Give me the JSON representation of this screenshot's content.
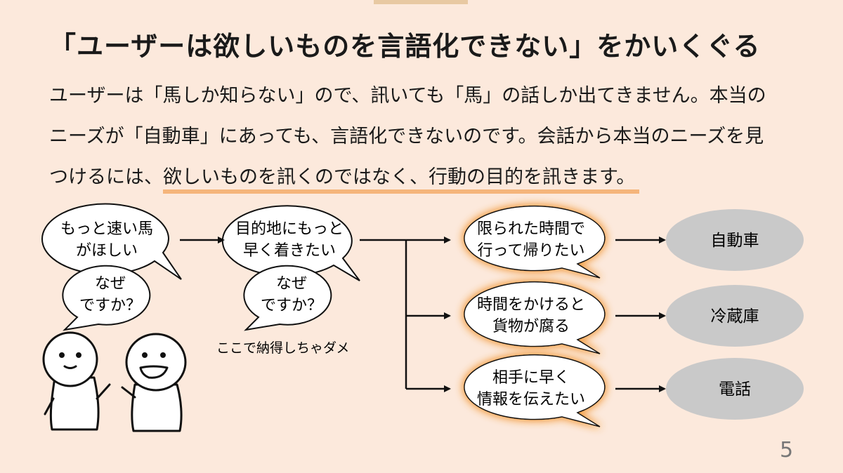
{
  "slide": {
    "title": "「ユーザーは欲しいものを言語化できない」をかいくぐる",
    "body_lines": [
      "ユーザーは「馬しか知らない」ので、訊いても「馬」の話しか出てきません。本当の",
      "ニーズが「自動車」にあっても、言語化できないのです。会話から本当のニーズを見",
      "つけるには、"
    ],
    "body_highlight": "欲しいものを訊くのではなく、行動の目的を訊きます。",
    "page_number": "5"
  },
  "diagram": {
    "bubble_want": [
      "もっと速い馬",
      "がほしい"
    ],
    "bubble_why_1": [
      "なぜ",
      "ですか？"
    ],
    "bubble_purpose": [
      "目的地にもっと",
      "早く着きたい"
    ],
    "bubble_why_2": [
      "なぜ",
      "ですか？"
    ],
    "warning_note": "ここで納得しちゃダメ",
    "purposes": [
      [
        "限られた時間で",
        "行って帰りたい"
      ],
      [
        "時間をかけると",
        "貨物が腐る"
      ],
      [
        "相手に早く",
        "情報を伝えたい"
      ]
    ],
    "needs": [
      "自動車",
      "冷蔵庫",
      "電話"
    ]
  },
  "colors": {
    "background": "#fce9dc",
    "accent_highlight": "#f3a863",
    "glow": "#f4a34e",
    "need_ellipse": "#c9c9c9"
  }
}
